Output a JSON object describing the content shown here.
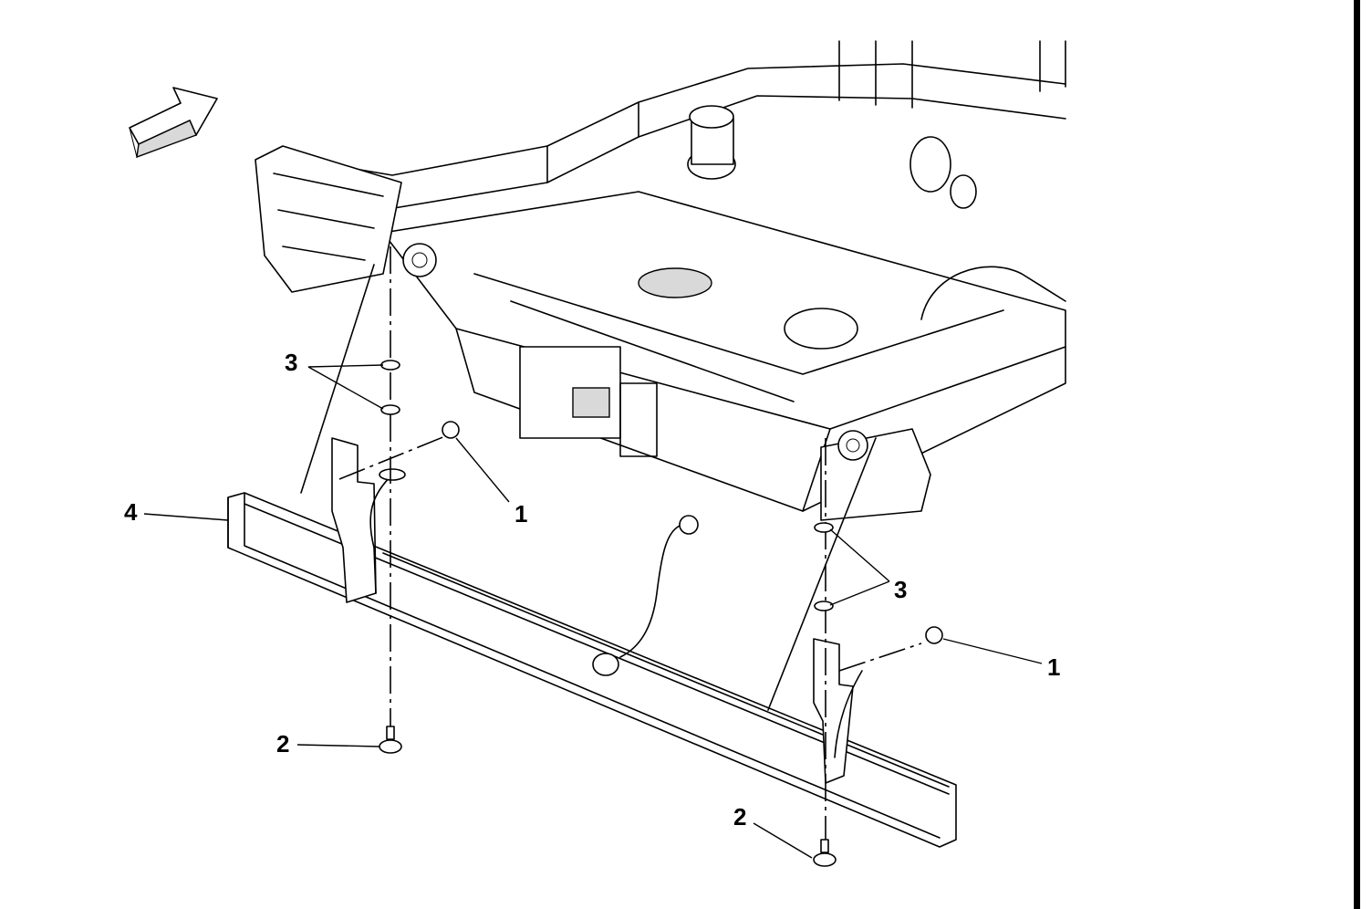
{
  "callouts": {
    "c1_upper": "1",
    "c1_lower": "1",
    "c2_left": "2",
    "c2_right": "2",
    "c3_left": "3",
    "c3_right": "3",
    "c4": "4"
  },
  "icons": {
    "direction": "forward-arrow-icon"
  },
  "colors": {
    "line": "#000000",
    "background": "#ffffff"
  }
}
